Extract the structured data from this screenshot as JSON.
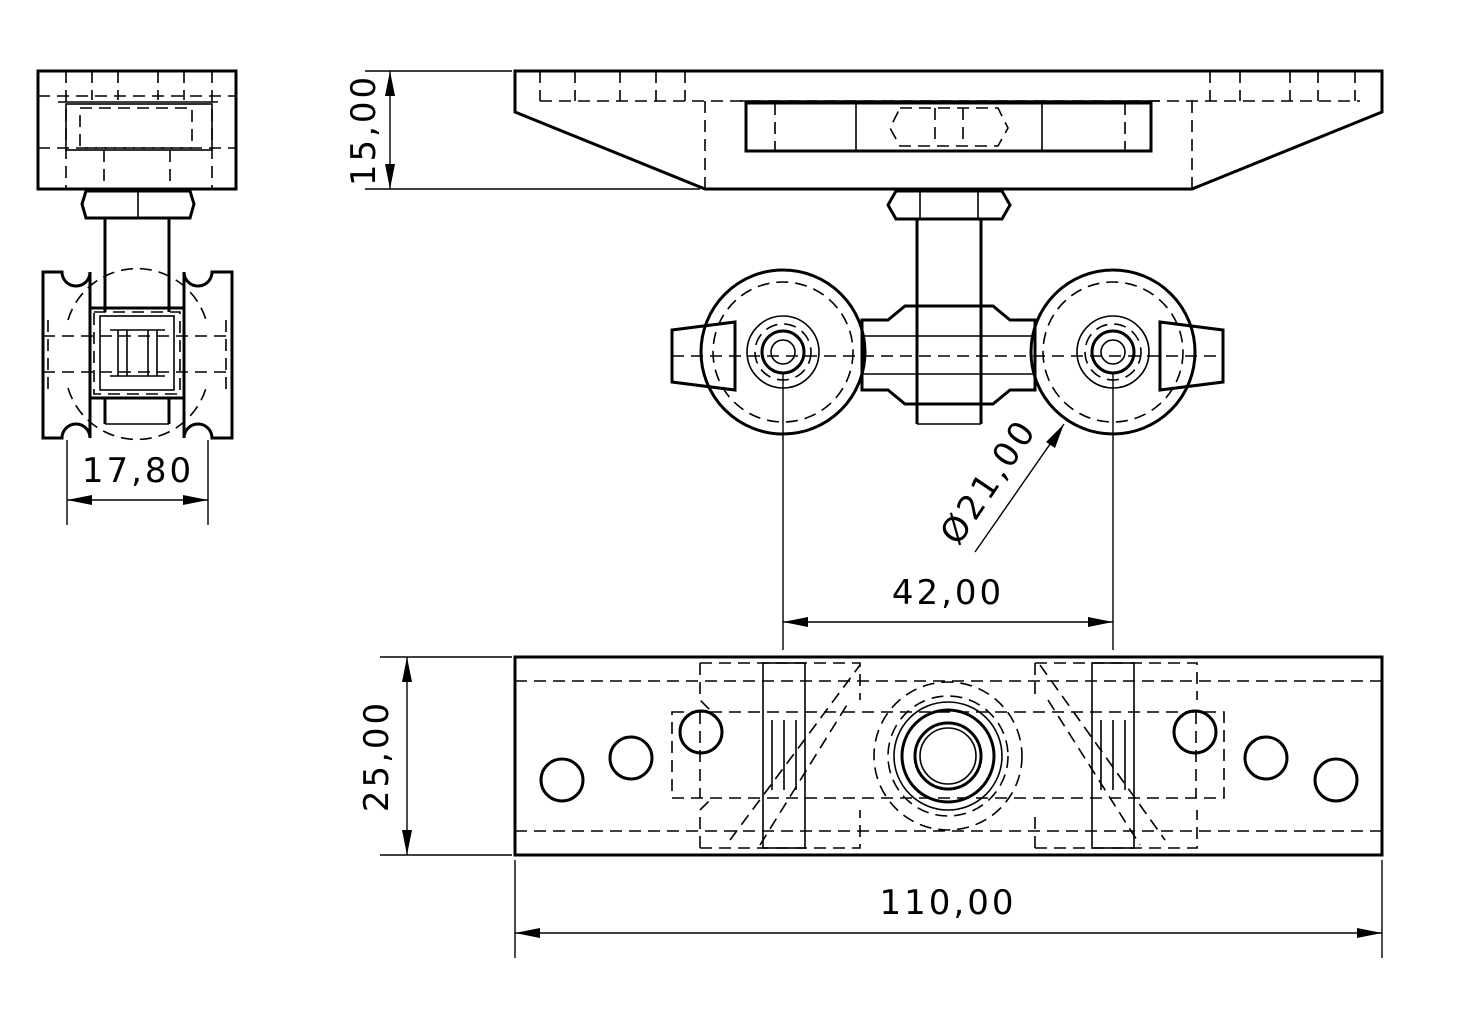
{
  "dimensions": {
    "width_17_80": "17,80",
    "height_15_00": "15,00",
    "wheel_diameter": "Ø21,00",
    "spacing_42_00": "42,00",
    "height_25_00": "25,00",
    "length_110_00": "110,00"
  }
}
